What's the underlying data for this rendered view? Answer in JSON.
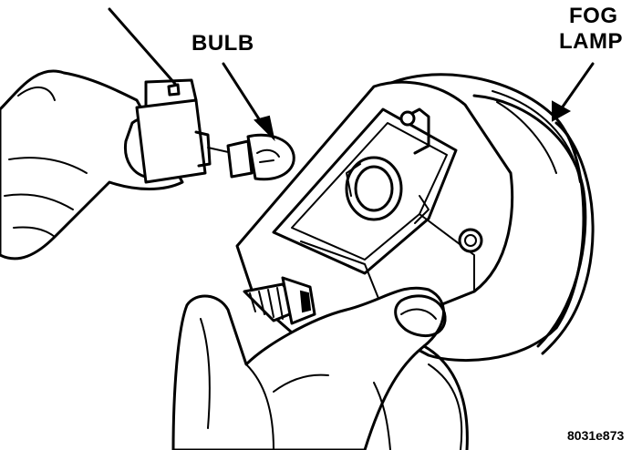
{
  "labels": {
    "bulb": "BULB",
    "fog_lamp_line1": "FOG",
    "fog_lamp_line2": "LAMP",
    "figure_code": "8031e873"
  },
  "colors": {
    "ink": "#000000",
    "paper": "#ffffff"
  }
}
